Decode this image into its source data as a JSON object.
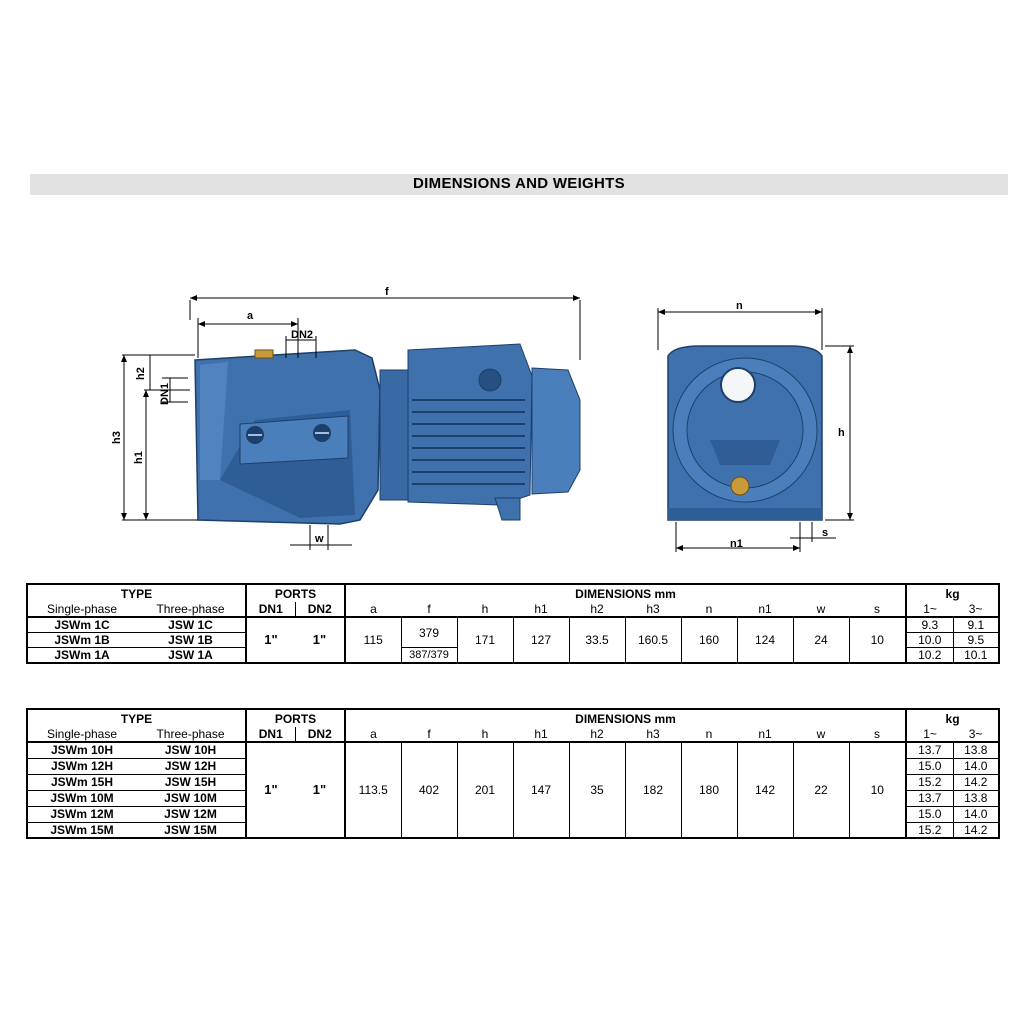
{
  "title": "DIMENSIONS AND WEIGHTS",
  "drawing_labels": {
    "side": [
      "f",
      "a",
      "DN2",
      "h2",
      "DN1",
      "h3",
      "h1",
      "w"
    ],
    "front": [
      "n",
      "h",
      "s",
      "n1"
    ]
  },
  "colors": {
    "pump_blue": "#3f72ad",
    "title_bar": "#e2e2e2"
  },
  "tables": [
    {
      "headers": {
        "type": "TYPE",
        "single_phase": "Single-phase",
        "three_phase": "Three-phase",
        "ports": "PORTS",
        "dn1": "DN1",
        "dn2": "DN2",
        "dimensions": "DIMENSIONS  mm",
        "kg": "kg",
        "kg1": "1~",
        "kg3": "3~",
        "dim_cols": [
          "a",
          "f",
          "h",
          "h1",
          "h2",
          "h3",
          "n",
          "n1",
          "w",
          "s"
        ]
      },
      "rows": [
        {
          "single": "JSWm 1C",
          "three": "JSW 1C",
          "kg1": "9.3",
          "kg3": "9.1"
        },
        {
          "single": "JSWm 1B",
          "three": "JSW 1B",
          "kg1": "10.0",
          "kg3": "9.5"
        },
        {
          "single": "JSWm 1A",
          "three": "JSW 1A",
          "kg1": "10.2",
          "kg3": "10.1"
        }
      ],
      "dn1": "1\"",
      "dn2": "1\"",
      "dims": {
        "a": "115",
        "f": "379",
        "f_alt": "387/379",
        "h": "171",
        "h1": "127",
        "h2": "33.5",
        "h3": "160.5",
        "n": "160",
        "n1": "124",
        "w": "24",
        "s": "10"
      }
    },
    {
      "headers": {
        "type": "TYPE",
        "single_phase": "Single-phase",
        "three_phase": "Three-phase",
        "ports": "PORTS",
        "dn1": "DN1",
        "dn2": "DN2",
        "dimensions": "DIMENSIONS  mm",
        "kg": "kg",
        "kg1": "1~",
        "kg3": "3~",
        "dim_cols": [
          "a",
          "f",
          "h",
          "h1",
          "h2",
          "h3",
          "n",
          "n1",
          "w",
          "s"
        ]
      },
      "rows": [
        {
          "single": "JSWm 10H",
          "three": "JSW 10H",
          "kg1": "13.7",
          "kg3": "13.8"
        },
        {
          "single": "JSWm 12H",
          "three": "JSW 12H",
          "kg1": "15.0",
          "kg3": "14.0"
        },
        {
          "single": "JSWm 15H",
          "three": "JSW 15H",
          "kg1": "15.2",
          "kg3": "14.2"
        },
        {
          "single": "JSWm 10M",
          "three": "JSW 10M",
          "kg1": "13.7",
          "kg3": "13.8"
        },
        {
          "single": "JSWm 12M",
          "three": "JSW 12M",
          "kg1": "15.0",
          "kg3": "14.0"
        },
        {
          "single": "JSWm 15M",
          "three": "JSW 15M",
          "kg1": "15.2",
          "kg3": "14.2"
        }
      ],
      "dn1": "1\"",
      "dn2": "1\"",
      "dims": {
        "a": "113.5",
        "f": "402",
        "h": "201",
        "h1": "147",
        "h2": "35",
        "h3": "182",
        "n": "180",
        "n1": "142",
        "w": "22",
        "s": "10"
      }
    }
  ]
}
